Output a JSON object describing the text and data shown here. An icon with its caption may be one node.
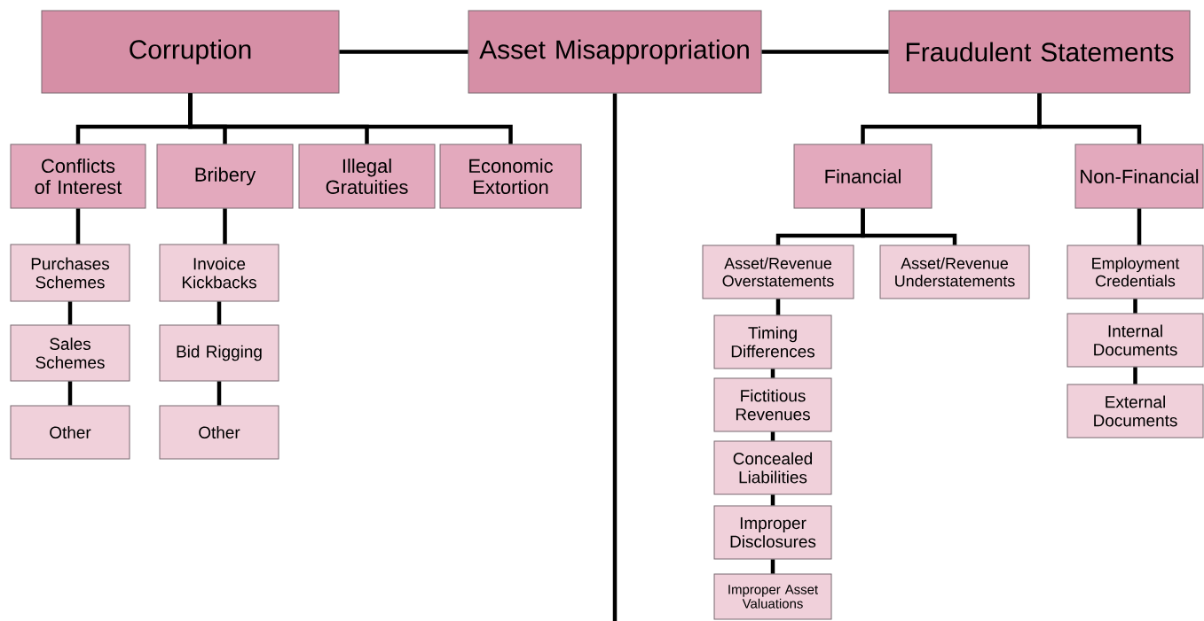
{
  "diagram": {
    "nodes": [
      {
        "text": [
          "Corruption"
        ]
      },
      {
        "text": [
          "Asset Misappropriation"
        ]
      },
      {
        "text": [
          "Fraudulent Statements"
        ]
      },
      {
        "text": [
          "Conflicts of Interest"
        ]
      },
      {
        "text": [
          "Bribery"
        ]
      },
      {
        "text": [
          "Illegal Gratuities"
        ]
      },
      {
        "text": [
          "Economic Extortion"
        ]
      },
      {
        "text": [
          "Purchases Schemes"
        ]
      },
      {
        "text": [
          "Invoice Kickbacks"
        ]
      },
      {
        "text": [
          "Sales Schemes"
        ]
      },
      {
        "text": [
          "Bid Rigging"
        ]
      },
      {
        "text": [
          "Other"
        ]
      },
      {
        "text": [
          "Other"
        ]
      },
      {
        "text": [
          "Financial"
        ]
      },
      {
        "text": [
          "Non-Financial"
        ]
      },
      {
        "text": [
          "Asset/Revenue Overstatements"
        ]
      },
      {
        "text": [
          "Asset/Revenue Understatements"
        ]
      },
      {
        "text": [
          "Employment Credentials"
        ]
      },
      {
        "text": [
          "Timing Differences"
        ]
      },
      {
        "text": [
          "Internal Documents"
        ]
      },
      {
        "text": [
          "Fictitious Revenues"
        ]
      },
      {
        "text": [
          "External Documents"
        ]
      },
      {
        "text": [
          "Concealed Liabilities"
        ]
      },
      {
        "text": [
          "Improper Disclosures"
        ]
      },
      {
        "text": [
          "Improper Asset Valuations"
        ]
      }
    ],
    "edges": [
      {
        "from": 0,
        "to": 1,
        "arrow": "none"
      },
      {
        "from": 1,
        "to": 2,
        "arrow": "none"
      },
      {
        "from": 1,
        "to": null,
        "arrow": "none"
      },
      {
        "from": 0,
        "to": 3,
        "arrow": "none"
      },
      {
        "from": 0,
        "to": 4,
        "arrow": "none"
      },
      {
        "from": 0,
        "to": 5,
        "arrow": "none"
      },
      {
        "from": 0,
        "to": 6,
        "arrow": "none"
      },
      {
        "from": 3,
        "to": 7,
        "arrow": "none"
      },
      {
        "from": 7,
        "to": 9,
        "arrow": "none"
      },
      {
        "from": 9,
        "to": 11,
        "arrow": "none"
      },
      {
        "from": 4,
        "to": 8,
        "arrow": "none"
      },
      {
        "from": 8,
        "to": 10,
        "arrow": "none"
      },
      {
        "from": 10,
        "to": 12,
        "arrow": "none"
      },
      {
        "from": 2,
        "to": 13,
        "arrow": "none"
      },
      {
        "from": 2,
        "to": 14,
        "arrow": "none"
      },
      {
        "from": 13,
        "to": 15,
        "arrow": "none"
      },
      {
        "from": 13,
        "to": 16,
        "arrow": "none"
      },
      {
        "from": 15,
        "to": 18,
        "arrow": "none"
      },
      {
        "from": 18,
        "to": 20,
        "arrow": "none"
      },
      {
        "from": 20,
        "to": 22,
        "arrow": "none"
      },
      {
        "from": 22,
        "to": 23,
        "arrow": "none"
      },
      {
        "from": 23,
        "to": 24,
        "arrow": "none"
      },
      {
        "from": 14,
        "to": 17,
        "arrow": "none"
      },
      {
        "from": 17,
        "to": 19,
        "arrow": "none"
      },
      {
        "from": 19,
        "to": 21,
        "arrow": "none"
      }
    ]
  }
}
